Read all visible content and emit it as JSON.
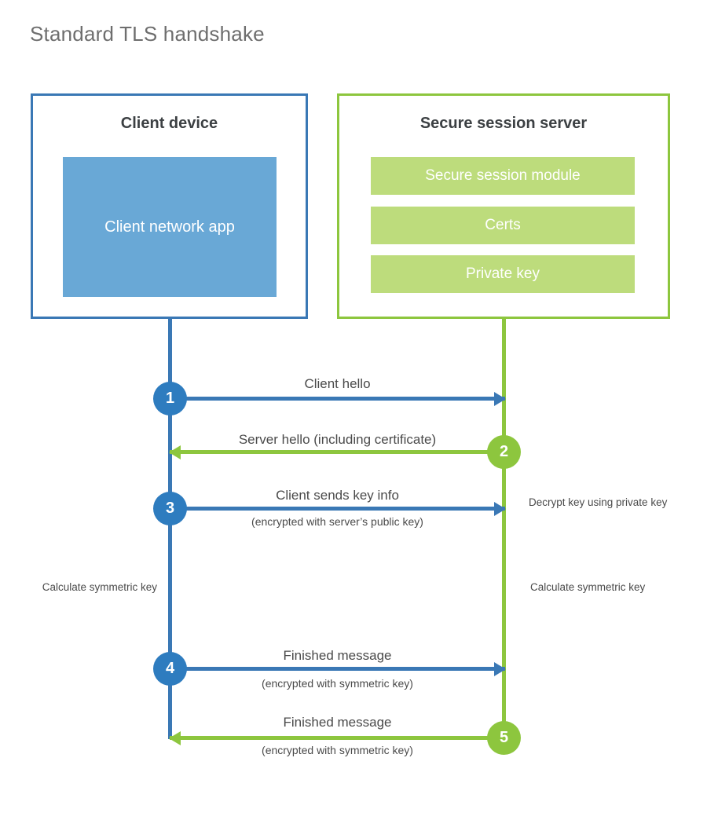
{
  "title": "Standard TLS handshake",
  "colors": {
    "client_border": "#3A78B5",
    "client_fill": "#69A8D6",
    "client_circle": "#2E7CBF",
    "server_border": "#8DC63E",
    "server_fill": "#BDDC7C",
    "server_circle": "#8DC63E",
    "title_text": "#6E6E6E",
    "label_text": "#4A4A4A",
    "background": "#FFFFFF"
  },
  "client": {
    "title": "Client device",
    "app_label": "Client network app"
  },
  "server": {
    "title": "Secure session server",
    "blocks": [
      {
        "label": "Secure session module"
      },
      {
        "label": "Certs"
      },
      {
        "label": "Private key"
      }
    ]
  },
  "steps": [
    {
      "number": "1",
      "direction": "client-to-server",
      "label": "Client hello",
      "sublabel": ""
    },
    {
      "number": "2",
      "direction": "server-to-client",
      "label": "Server hello (including certificate)",
      "sublabel": ""
    },
    {
      "number": "3",
      "direction": "client-to-server",
      "label": "Client sends key info",
      "sublabel": "(encrypted with server’s public key)"
    },
    {
      "number": "4",
      "direction": "client-to-server",
      "label": "Finished message",
      "sublabel": "(encrypted with symmetric key)"
    },
    {
      "number": "5",
      "direction": "server-to-client",
      "label": "Finished message",
      "sublabel": "(encrypted with symmetric key)"
    }
  ],
  "annotations": {
    "decrypt_key": "Decrypt key using private key",
    "client_calculate": "Calculate symmetric key",
    "server_calculate": "Calculate symmetric key"
  }
}
